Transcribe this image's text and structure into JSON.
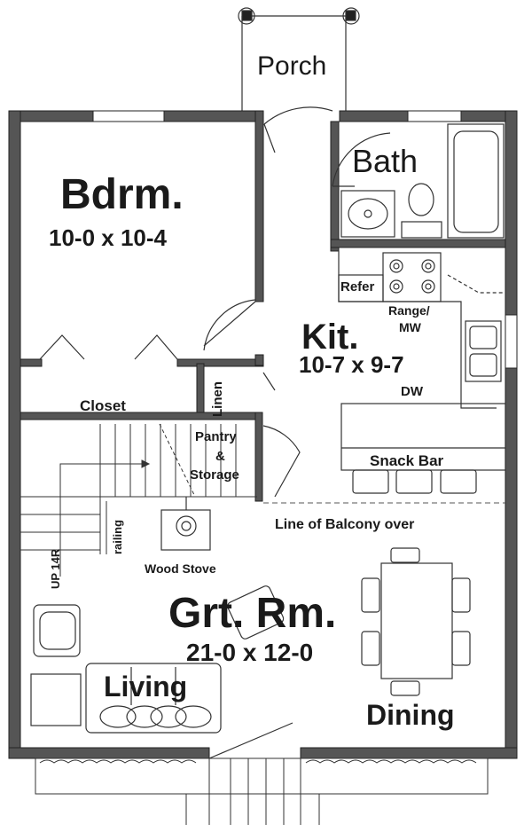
{
  "plan": {
    "rooms": {
      "porch": {
        "name": "Porch"
      },
      "bath": {
        "name": "Bath"
      },
      "bedroom": {
        "name": "Bdrm.",
        "dims": "10-0 x 10-4"
      },
      "kitchen": {
        "name": "Kit.",
        "dims": "10-7 x 9-7"
      },
      "great_room": {
        "name": "Grt. Rm.",
        "dims": "21-0 x 12-0"
      },
      "living": {
        "name": "Living"
      },
      "dining": {
        "name": "Dining"
      }
    },
    "labels": {
      "refer": "Refer",
      "range_line1": "Range/",
      "range_line2": "MW",
      "dw": "DW",
      "linen": "Linen",
      "closet": "Closet",
      "pantry_line1": "Pantry",
      "pantry_line2": "&",
      "pantry_line3": "Storage",
      "snack_bar": "Snack Bar",
      "balcony": "Line of Balcony over",
      "wood_stove": "Wood Stove",
      "railing": "railing",
      "stairs": "UP 14R"
    }
  }
}
